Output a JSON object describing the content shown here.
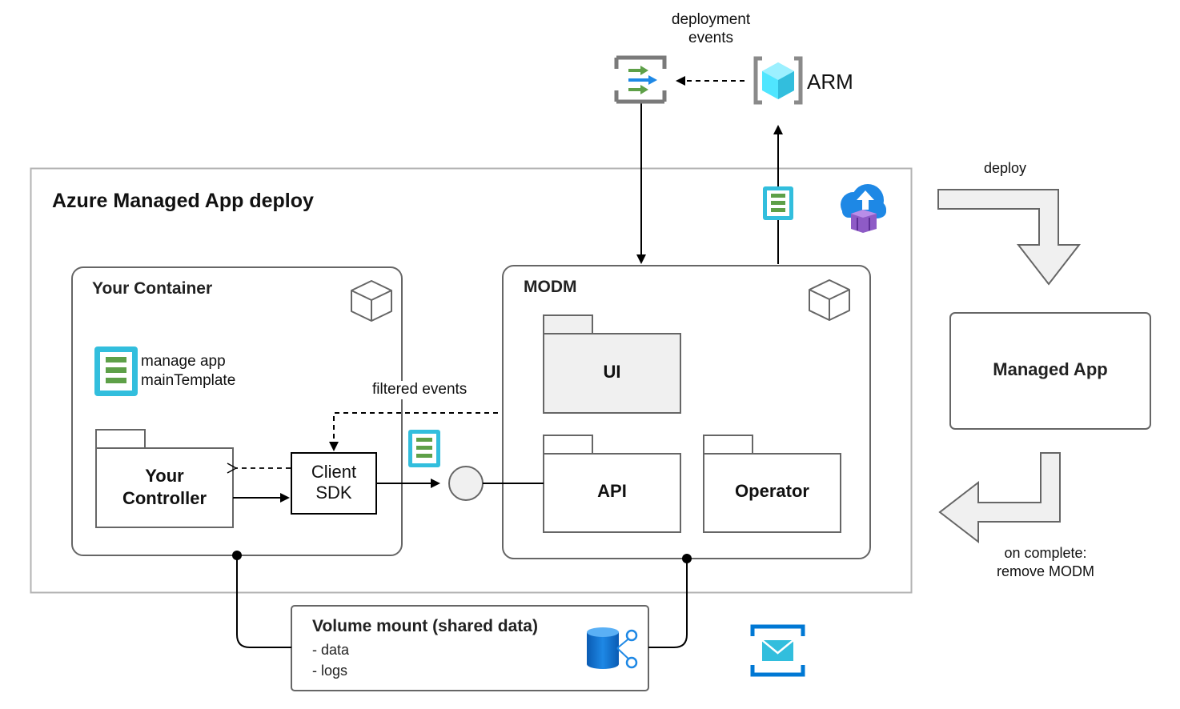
{
  "diagram": {
    "title": "Azure Managed App deploy",
    "deployment_events": [
      "deployment",
      "events"
    ],
    "arm_label": "ARM",
    "deploy_label": "deploy",
    "your_container": "Your Container",
    "manage_app_note": [
      "manage app",
      "mainTemplate"
    ],
    "your_controller": [
      "Your",
      "Controller"
    ],
    "client_sdk": [
      "Client",
      "SDK"
    ],
    "filtered_events": "filtered events",
    "modm": "MODM",
    "ui": "UI",
    "api": "API",
    "operator": "Operator",
    "managed_app": "Managed App",
    "on_complete": [
      "on complete:",
      "remove MODM"
    ],
    "volume_mount": {
      "title": "Volume mount (shared data)",
      "items": [
        "- data",
        "- logs"
      ]
    }
  },
  "icons": {
    "event_grid": "event-grid-icon",
    "arm": "arm-resource-icon",
    "template": "template-file-icon",
    "container_registry": "container-registry-upload-icon",
    "component": "cube-icon",
    "storage": "storage-account-icon",
    "queue": "storage-queue-icon"
  },
  "colors": {
    "line": "#000000",
    "frame": "#b3b3b3",
    "box": "#666666",
    "folder_fill": "#f0f0f0",
    "arrow_fill": "#f0f0f0",
    "azure_blue": "#0078d4",
    "teal": "#32bedd",
    "green": "#5ea048"
  }
}
